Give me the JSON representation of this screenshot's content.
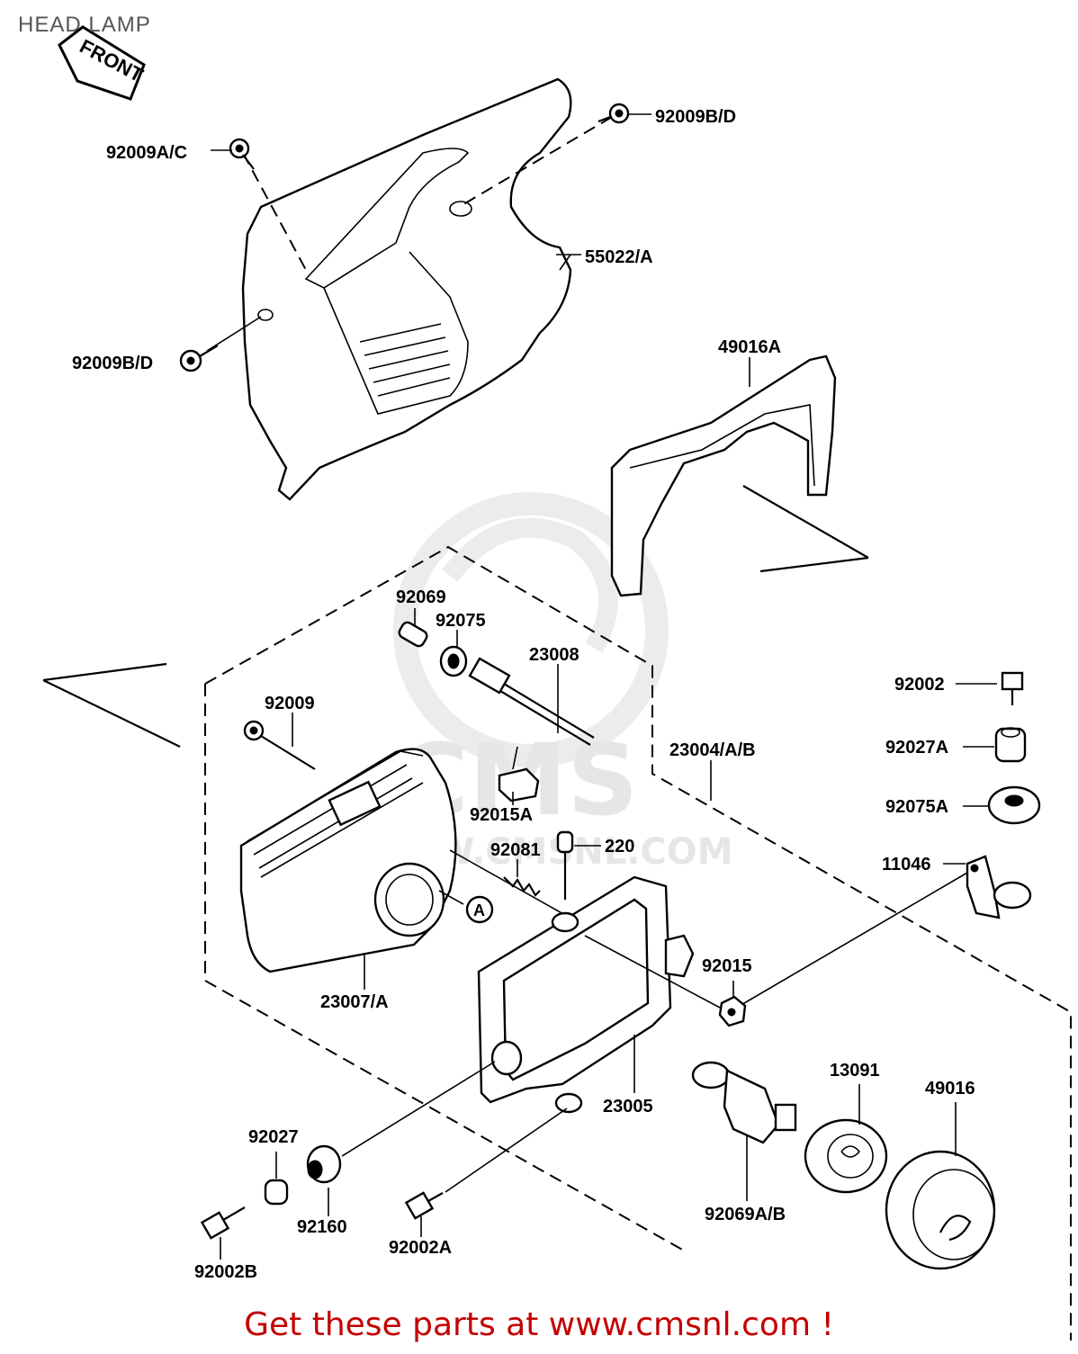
{
  "title": "HEAD LAMP",
  "front_arrow": "FRONT",
  "watermark": {
    "logo": "CMS",
    "url": "WWW.CMSNL.COM"
  },
  "callout_a": "A",
  "parts": [
    {
      "id": "p1",
      "label": "92009A/C"
    },
    {
      "id": "p2",
      "label": "92009B/D"
    },
    {
      "id": "p3",
      "label": "55022/A"
    },
    {
      "id": "p4",
      "label": "92009B/D"
    },
    {
      "id": "p5",
      "label": "49016A"
    },
    {
      "id": "p6",
      "label": "92069"
    },
    {
      "id": "p7",
      "label": "92075"
    },
    {
      "id": "p8",
      "label": "23008"
    },
    {
      "id": "p9",
      "label": "92009"
    },
    {
      "id": "p10",
      "label": "23004/A/B"
    },
    {
      "id": "p11",
      "label": "92002"
    },
    {
      "id": "p12",
      "label": "92027A"
    },
    {
      "id": "p13",
      "label": "92075A"
    },
    {
      "id": "p14",
      "label": "11046"
    },
    {
      "id": "p15",
      "label": "92015A"
    },
    {
      "id": "p16",
      "label": "92081"
    },
    {
      "id": "p17",
      "label": "220"
    },
    {
      "id": "p18",
      "label": "92015"
    },
    {
      "id": "p19",
      "label": "23007/A"
    },
    {
      "id": "p20",
      "label": "23005"
    },
    {
      "id": "p21",
      "label": "13091"
    },
    {
      "id": "p22",
      "label": "49016"
    },
    {
      "id": "p23",
      "label": "92027"
    },
    {
      "id": "p24",
      "label": "92160"
    },
    {
      "id": "p25",
      "label": "92002A"
    },
    {
      "id": "p26",
      "label": "92069A/B"
    },
    {
      "id": "p27",
      "label": "92002B"
    }
  ],
  "footer": "Get these parts at www.cmsnl.com !"
}
